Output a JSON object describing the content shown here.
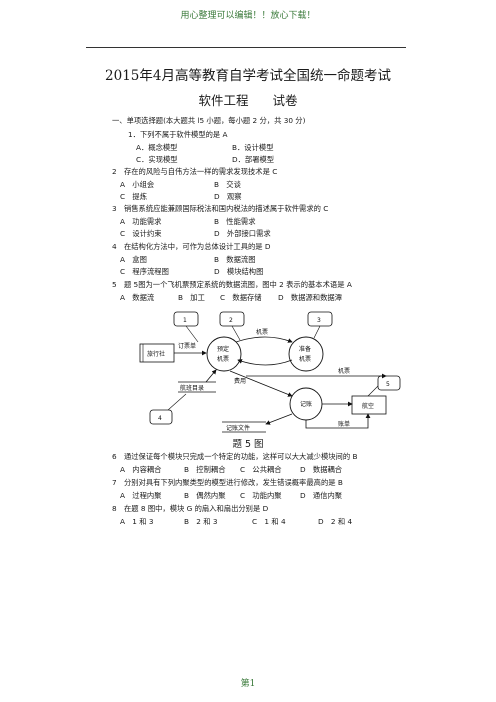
{
  "header": {
    "note": "用心整理可以编辑！！放心下载！",
    "title": "2015年4月高等教育自学考试全国统一命题考试",
    "subject": "软件工程",
    "paper": "试卷"
  },
  "lines": [
    "一、单项选择题(本大题共 l5 小题，每小题 2 分，共 30 分)",
    "1．下列不属于软件模型的是 A",
    "A．概念模型",
    "B．设计模型",
    "C．实现模型",
    "D．部署模型",
    "2　存在的风险与自伟方法一样的需求发现技术是 C",
    "A　小组会",
    "B　交谈",
    "C　提炼",
    "D　观察",
    "3　销售系统应能兼顾国际税法和国内税法的描述属于软件需求的 C",
    "A　功能需求",
    "B　性能需求",
    "C　设计约束",
    "D　外部接口需求",
    "4　在结构化方法中，可作为总体设计工具的是 D",
    "A　盒图",
    "B　数据流图",
    "C　程序流程图",
    "D　模块结构图",
    "5　题 5图为一个飞机票预定系统的数据流图，图中 2 表示的基本术语是 A",
    "A　数据流",
    "B　加工",
    "C　数据存储",
    "D　数据源和数据潭",
    "6　通过保证每个模块只完成一个特定的功能，这样可以大大减少模块间的 B",
    "A　内容耦合",
    "B　控制耦合",
    "C　公共耦合",
    "D　数据耦合",
    "7　分别对具有下列内聚类型的模型进行修改，发生错误概率最高的是 B",
    "A　过程内聚",
    "B　偶然内聚",
    "C　功能内聚",
    "D　通信内聚",
    "8　在题 8 图中，模块 G 的扇入和扇出分别是 D",
    "A　1 和 3",
    "B　2 和 3",
    "C　1 和 4",
    "D　2 和 4"
  ],
  "diagram": {
    "caption": "题 5 图",
    "callouts": [
      "1",
      "2",
      "3",
      "4",
      "5"
    ],
    "nodes": {
      "travel_agency": "旅行社",
      "booking": [
        "预定",
        "机票"
      ],
      "prepare_ticket": [
        "准备",
        "机票"
      ],
      "record": "记账",
      "airline": "航空",
      "flight_schedule": "航班目录",
      "accounting_file": "记账文件"
    },
    "flows": {
      "order": "订票单",
      "ticket": "机票",
      "fee": "费用",
      "flight_ticket": "机票",
      "bill": "账单"
    }
  },
  "footer": {
    "page": "第1"
  }
}
